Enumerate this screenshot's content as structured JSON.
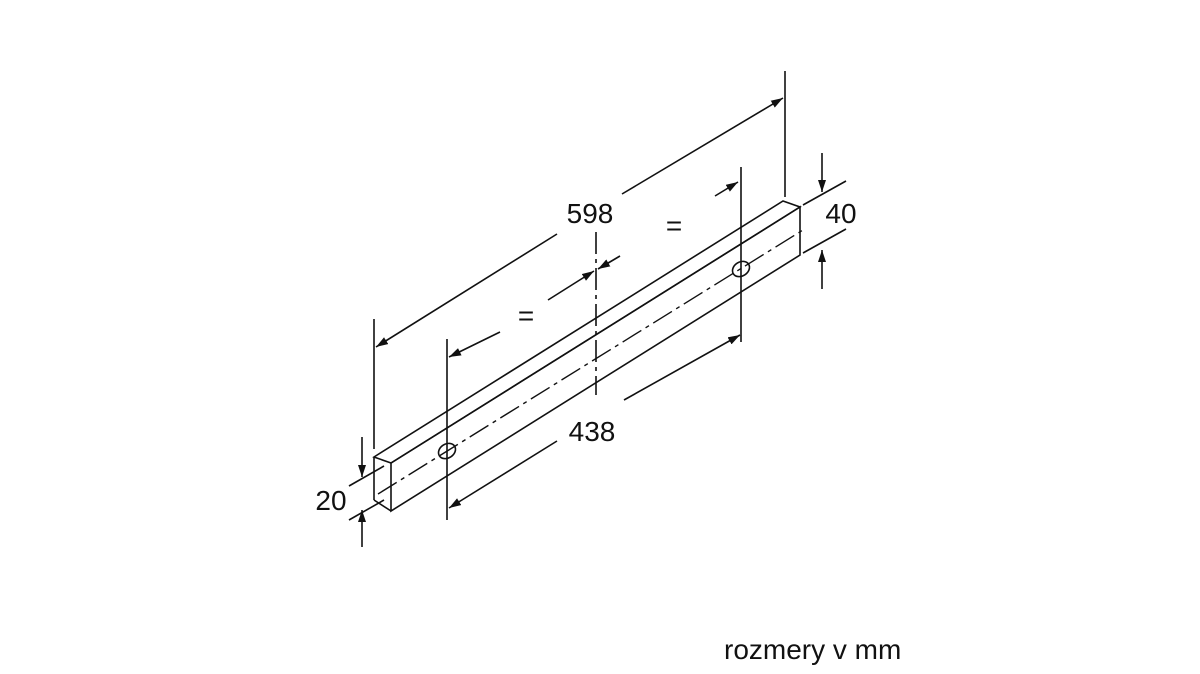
{
  "colors": {
    "ink": "#111111",
    "background": "#ffffff"
  },
  "dimensions": {
    "overall_length": "598",
    "hole_spacing": "438",
    "height": "40",
    "depth": "20",
    "equal_left": "=",
    "equal_right": "="
  },
  "units_note": "rozmery v mm"
}
